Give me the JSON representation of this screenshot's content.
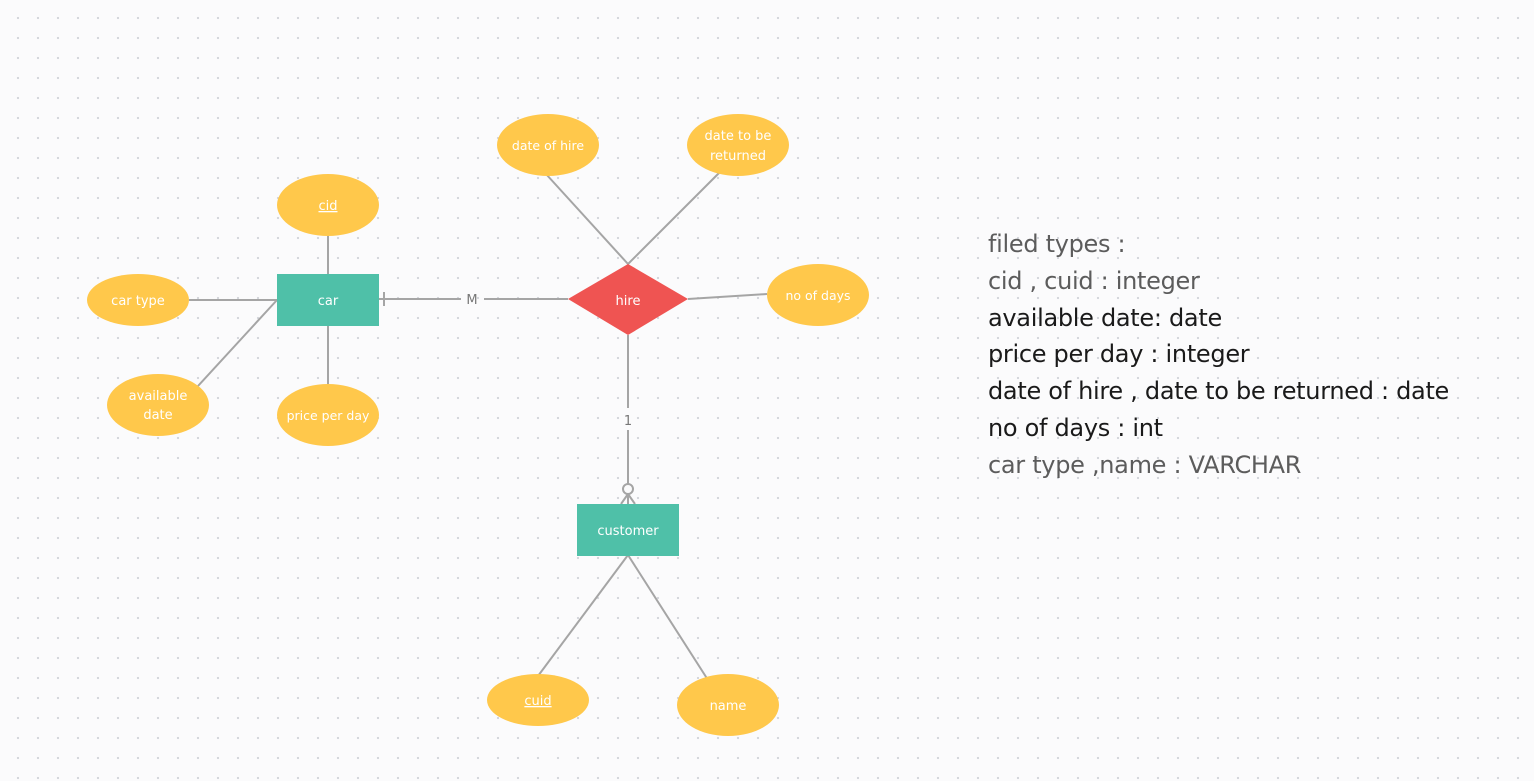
{
  "colors": {
    "attribute": "#ffc84b",
    "entity": "#4fc0a8",
    "relationship": "#ef5452",
    "connector": "#a5a5a5",
    "text_gray": "#5c5c5c",
    "text_dark": "#1a1a1a"
  },
  "entities": {
    "car": "car",
    "customer": "customer"
  },
  "relationships": {
    "hire": "hire"
  },
  "attributes": {
    "cid": "cid",
    "car_type": "car type",
    "available_date_line1": "available",
    "available_date_line2": "date",
    "price_per_day": "price per day",
    "date_of_hire": "date of hire",
    "date_returned_line1": "date to be",
    "date_returned_line2": "returned",
    "no_of_days": "no of days",
    "cuid": "cuid",
    "name": "name"
  },
  "cardinality": {
    "car_side": "M",
    "customer_side": "1"
  },
  "notes": [
    {
      "text": "filed types :",
      "tone": "gray"
    },
    {
      "text": "cid , cuid : integer",
      "tone": "gray"
    },
    {
      "text": "available date: date",
      "tone": "dark"
    },
    {
      "text": "price per day : integer",
      "tone": "dark"
    },
    {
      "text": "date of hire , date to be returned : date",
      "tone": "dark"
    },
    {
      "text": "no of days : int",
      "tone": "dark"
    },
    {
      "text": "car type ,name : VARCHAR",
      "tone": "gray"
    }
  ]
}
